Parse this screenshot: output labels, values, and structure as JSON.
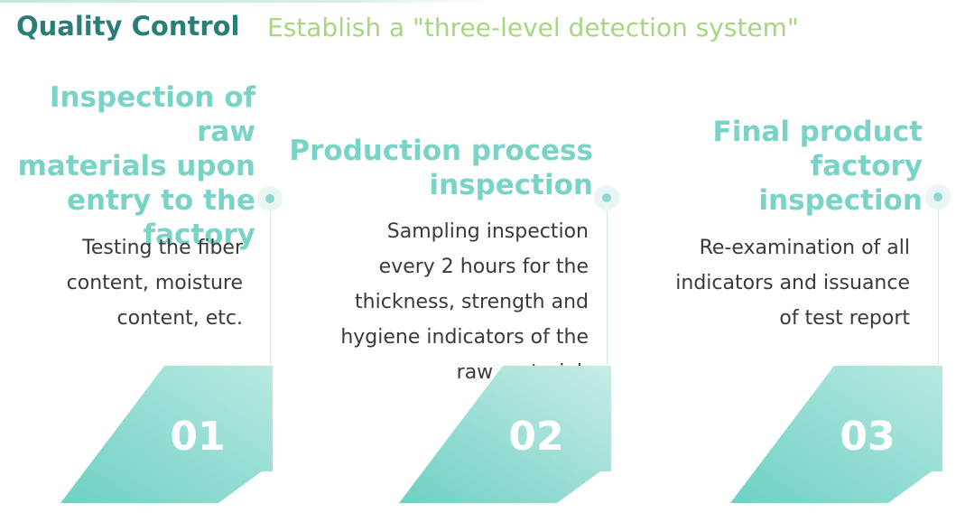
{
  "header": {
    "title": "Quality Control",
    "subtitle": "Establish a \"three-level detection system\""
  },
  "steps": [
    {
      "heading_lines": [
        "Inspection of raw",
        "materials upon",
        "entry to the",
        "factory"
      ],
      "description_lines": [
        "Testing the fiber",
        "content, moisture",
        "content, etc."
      ],
      "number": "01"
    },
    {
      "heading_lines": [
        "Production process",
        "inspection"
      ],
      "description_lines": [
        "Sampling inspection",
        "every 2 hours for the",
        "thickness, strength and",
        "hygiene indicators of the",
        "raw material."
      ],
      "number": "02"
    },
    {
      "heading_lines": [
        "Final product",
        "factory",
        "inspection"
      ],
      "description_lines": [
        "Re-examination of all",
        "indicators and issuance",
        "of test report"
      ],
      "number": "03"
    }
  ],
  "colors": {
    "title": "#2b7d78",
    "subtitle": "#a6d77e",
    "heading": "#79d3c7",
    "arrow_light": "#c8ece6",
    "arrow_dark": "#6fd0c4",
    "number": "#ffffff"
  }
}
